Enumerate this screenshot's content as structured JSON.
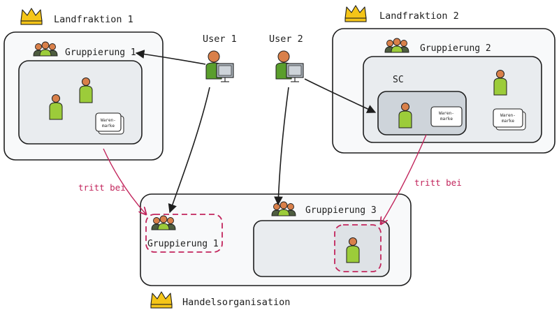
{
  "landfraktion1": {
    "title": "Landfraktion 1",
    "group_label": "Gruppierung 1",
    "brand_label_line1": "Waren-",
    "brand_label_line2": "marke"
  },
  "landfraktion2": {
    "title": "Landfraktion 2",
    "group_label": "Gruppierung 2",
    "sc_label": "SC",
    "brand_label_line1": "Waren-",
    "brand_label_line2": "marke",
    "brand2_label_line1": "Waren-",
    "brand2_label_line2": "marke"
  },
  "users": {
    "user1": "User 1",
    "user2": "User 2"
  },
  "handelsorganisation": {
    "title": "Handelsorganisation",
    "group1_label": "Gruppierung 1",
    "group3_label": "Gruppierung 3"
  },
  "edges": {
    "joins_left": "tritt bei",
    "joins_right": "tritt bei"
  },
  "colors": {
    "crown": "#f5c518",
    "person_head": "#d9804a",
    "person_body": "#9ccc3a",
    "group_body": "#4e5d40",
    "accent": "#c2255c",
    "monitor": "#adb5bd"
  }
}
